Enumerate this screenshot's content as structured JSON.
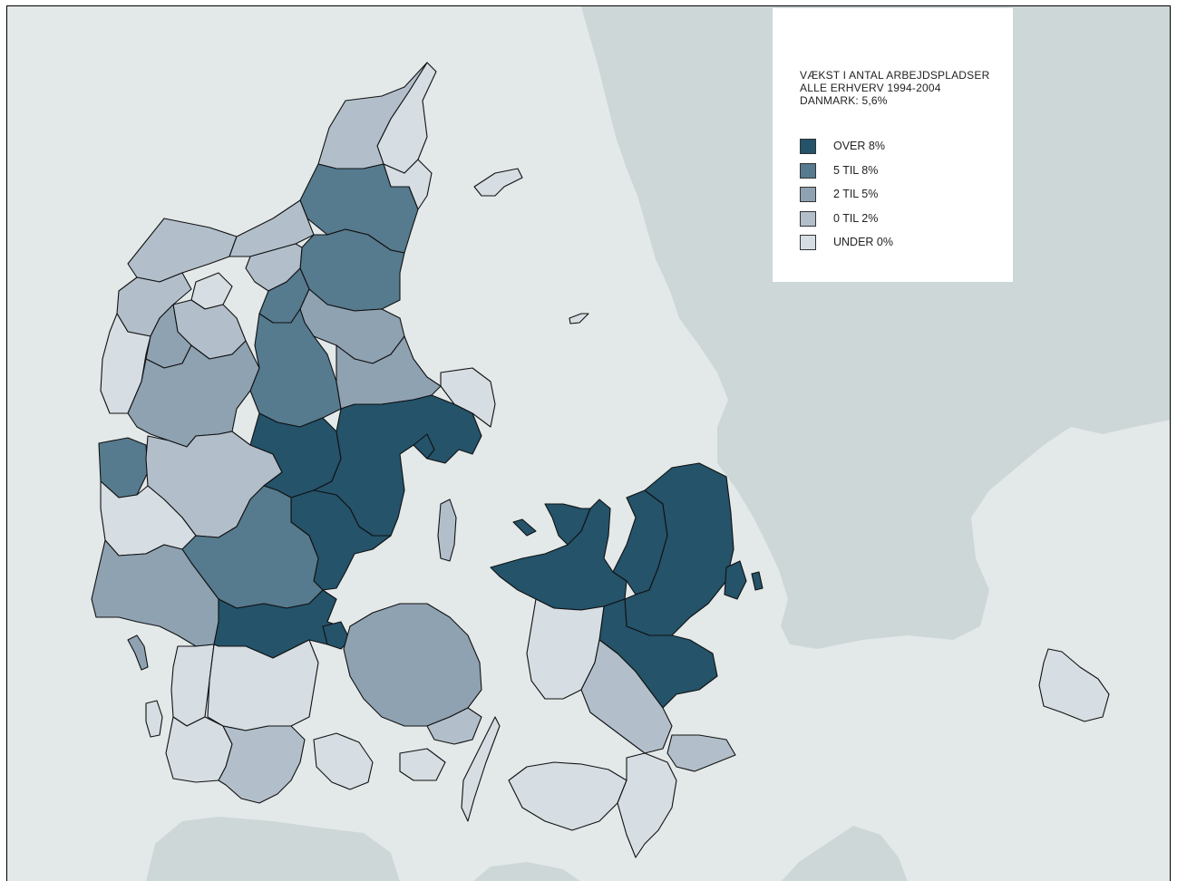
{
  "legend": {
    "title_line1": "VÆKST I ANTAL ARBEJDSPLADSER",
    "title_line2": "ALLE ERHVERV 1994-2004",
    "title_line3": "DANMARK: 5,6%",
    "items": [
      {
        "label": "OVER 8%",
        "color": "#24536a"
      },
      {
        "label": "5 TIL 8%",
        "color": "#567a8e"
      },
      {
        "label": "2 TIL 5%",
        "color": "#8fa2b2"
      },
      {
        "label": "0 TIL 2%",
        "color": "#b2bfcb"
      },
      {
        "label": "UNDER 0%",
        "color": "#d6dde3"
      }
    ]
  },
  "colors": {
    "sea": "#e3e9e8",
    "foreign_land": "#cdd7d7"
  }
}
